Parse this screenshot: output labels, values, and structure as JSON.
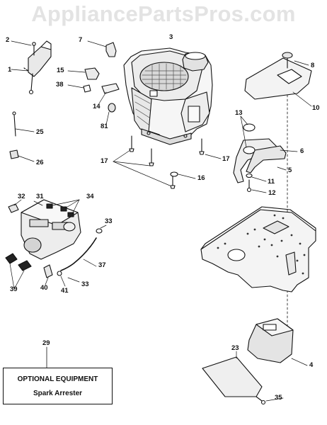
{
  "watermark": "AppliancePartsPros.com",
  "callouts": [
    "1",
    "2",
    "3",
    "4",
    "5",
    "6",
    "7",
    "8",
    "10",
    "11",
    "12",
    "13",
    "14",
    "15",
    "16",
    "17",
    "17",
    "23",
    "25",
    "26",
    "29",
    "31",
    "32",
    "33",
    "33",
    "34",
    "35",
    "37",
    "38",
    "39",
    "40",
    "41",
    "81"
  ],
  "optional_box": {
    "title": "OPTIONAL EQUIPMENT",
    "subtitle": "Spark Arrester"
  }
}
